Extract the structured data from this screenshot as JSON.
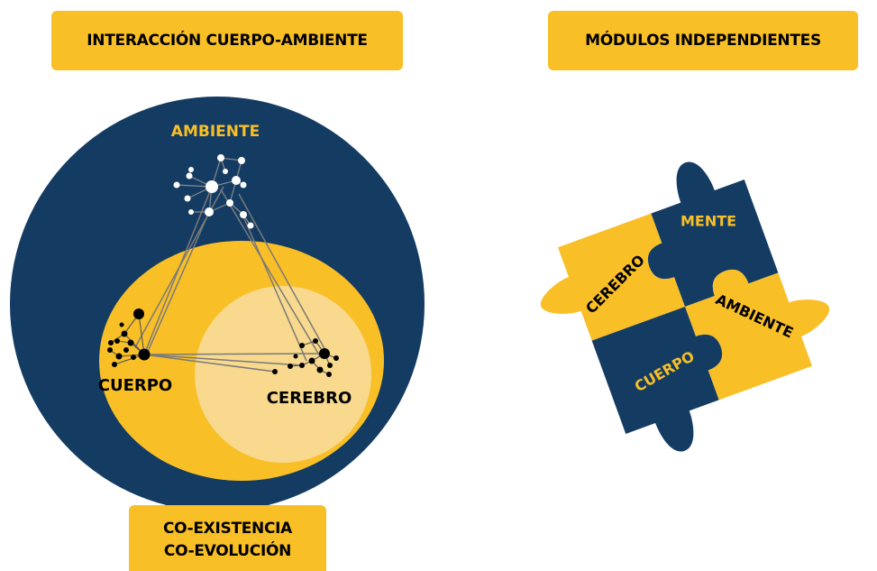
{
  "headers": {
    "left": "INTERACCIÓN CUERPO-AMBIENTE",
    "right": "MÓDULOS INDEPENDIENTES"
  },
  "footer": {
    "line1": "CO-EXISTENCIA",
    "line2": "CO-EVOLUCIÓN"
  },
  "interaction_diagram": {
    "ambiente_label": "AMBIENTE",
    "cuerpo_label": "CUERPO",
    "cerebro_label": "CEREBRO"
  },
  "puzzle": {
    "cerebro": "CEREBRO",
    "mente": "MENTE",
    "cuerpo": "CUERPO",
    "ambiente": "AMBIENTE"
  },
  "colors": {
    "navy": "#143c63",
    "yellow": "#f9bf27",
    "light_yellow": "#f8d98d",
    "black": "#000000",
    "white": "#ffffff"
  }
}
